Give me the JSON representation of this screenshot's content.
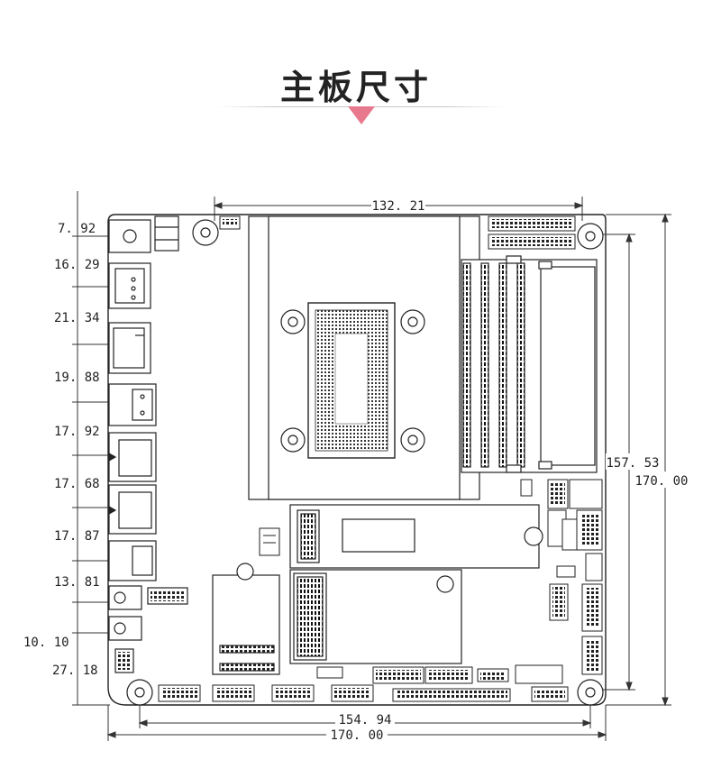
{
  "header": {
    "title": "主板尺寸",
    "accent_color": "#e8788c"
  },
  "dimensions": {
    "top_width": "132. 21",
    "right_inner_height": "157. 53",
    "right_outer_height": "170. 00",
    "bottom_inner_width": "154. 94",
    "bottom_outer_width": "170. 00",
    "left_spacings": [
      "7. 92",
      "16. 29",
      "21. 34",
      "19. 88",
      "17. 92",
      "17. 68",
      "17. 87",
      "13. 81",
      "10. 10",
      "27. 18"
    ]
  },
  "icons": {
    "down_arrow": "triangle-down-icon",
    "mounting_hole": "mounting-hole-icon"
  }
}
